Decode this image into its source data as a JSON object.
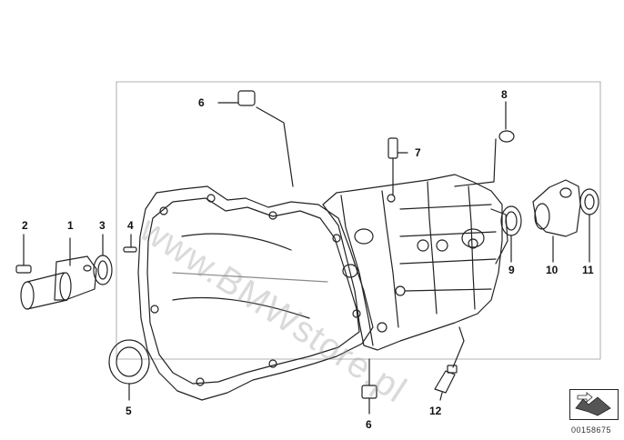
{
  "watermark": "www.BMWstore.pl",
  "doc_number": "00158675",
  "colors": {
    "line": "#222222",
    "light": "#8a8a8a",
    "watermark": "#9a9a9a"
  },
  "callouts": [
    {
      "id": "c1",
      "label": "1"
    },
    {
      "id": "c2",
      "label": "2"
    },
    {
      "id": "c3",
      "label": "3"
    },
    {
      "id": "c4",
      "label": "4"
    },
    {
      "id": "c5",
      "label": "5"
    },
    {
      "id": "c6a",
      "label": "6"
    },
    {
      "id": "c6b",
      "label": "6"
    },
    {
      "id": "c7",
      "label": "7"
    },
    {
      "id": "c8",
      "label": "8"
    },
    {
      "id": "c9",
      "label": "9"
    },
    {
      "id": "c10",
      "label": "10"
    },
    {
      "id": "c11",
      "label": "11"
    },
    {
      "id": "c12",
      "label": "12"
    }
  ],
  "logo_icon": "arrow-over-part-icon"
}
